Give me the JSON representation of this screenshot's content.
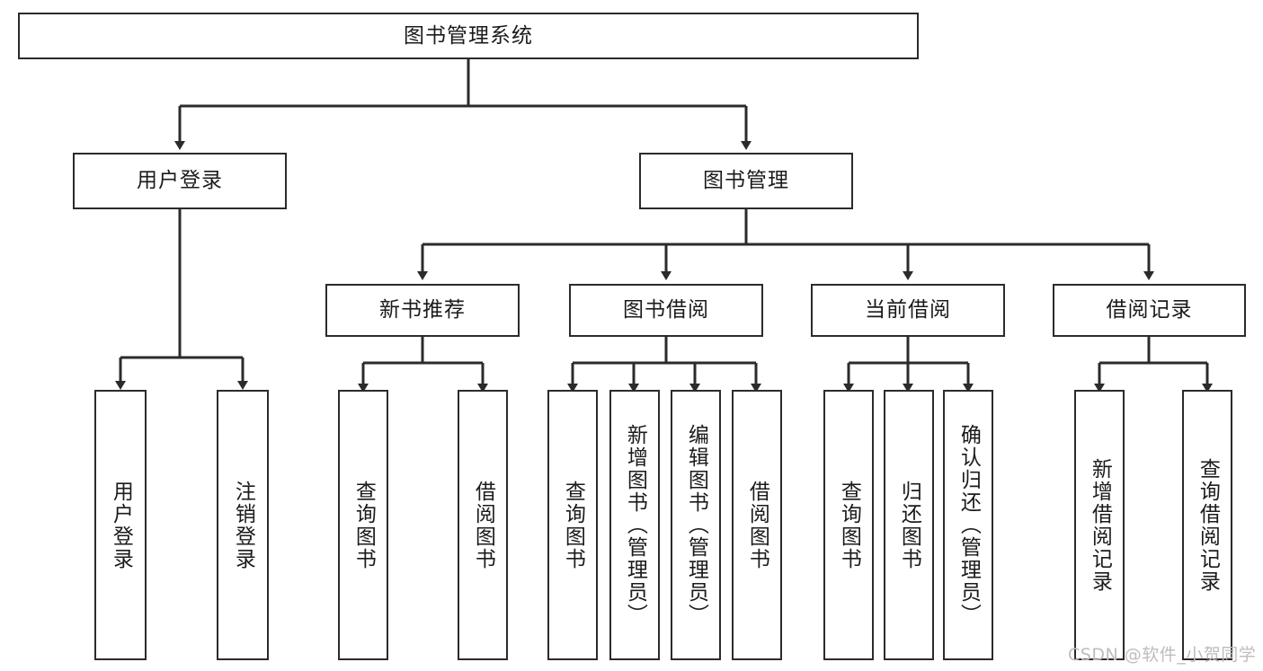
{
  "diagram": {
    "title": "图书管理系统",
    "watermark": "CSDN @软件_小贺同学",
    "colors": {
      "stroke": "#2b2b2b",
      "fill": "#ffffff",
      "text": "#1b1b1b",
      "watermark": "#bdbdbd"
    },
    "levels": {
      "root": {
        "label": "图书管理系统"
      },
      "level2": [
        {
          "label": "用户登录"
        },
        {
          "label": "图书管理"
        }
      ],
      "level3": [
        {
          "label": "新书推荐"
        },
        {
          "label": "图书借阅"
        },
        {
          "label": "当前借阅"
        },
        {
          "label": "借阅记录"
        }
      ],
      "leaves": {
        "user_login": [
          {
            "label": "用户登录"
          },
          {
            "label": "注销登录"
          }
        ],
        "new_book_recommend": [
          {
            "label": "查询图书"
          },
          {
            "label": "借阅图书"
          }
        ],
        "book_borrow": [
          {
            "label": "查询图书"
          },
          {
            "label": "新增图书（管理员）"
          },
          {
            "label": "编辑图书（管理员）"
          },
          {
            "label": "借阅图书"
          }
        ],
        "current_borrow": [
          {
            "label": "查询图书"
          },
          {
            "label": "归还图书"
          },
          {
            "label": "确认归还（管理员）"
          }
        ],
        "borrow_record": [
          {
            "label": "新增借阅记录"
          },
          {
            "label": "查询借阅记录"
          }
        ]
      }
    }
  }
}
